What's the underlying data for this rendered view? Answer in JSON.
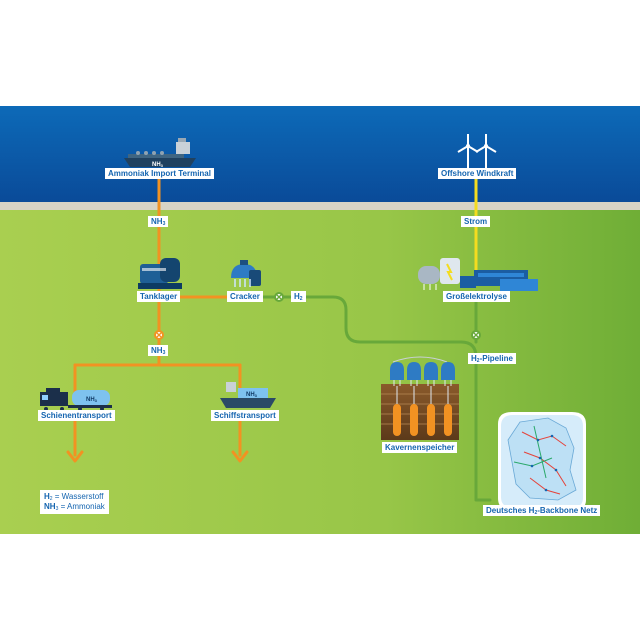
{
  "colors": {
    "sea_top": "#0d63b3",
    "sea_bottom": "#083f8c",
    "shore": "#d7d3c6",
    "land_left": "#a9cf50",
    "land_right": "#6fae36",
    "ammonia_line": "#f29222",
    "hydrogen_line": "#68a83a",
    "power_line": "#f4dc1f",
    "label_text": "#1565b0"
  },
  "labels": {
    "import_terminal": "Ammoniak Import Terminal",
    "offshore_wind": "Offshore Windkraft",
    "nh3_pipe_1_main": "NH",
    "nh3_pipe_1_sub": "3",
    "strom": "Strom",
    "tanklager": "Tanklager",
    "cracker": "Cracker",
    "h2_main": "H",
    "h2_sub": "2",
    "elektrolyse": "Großelektrolyse",
    "nh3_pipe_2_main": "NH",
    "nh3_pipe_2_sub": "3",
    "pipeline_main": "H",
    "pipeline_sub": "2",
    "pipeline_rest": "-Pipeline",
    "schienentransport": "Schienentransport",
    "schiffstransport": "Schiffstransport",
    "kavernenspeicher": "Kavernenspeicher",
    "backbone_pre": "Deutsches H",
    "backbone_sub": "2",
    "backbone_post": "-Backbone Netz",
    "ship_cargo_main": "NH",
    "ship_cargo_sub": "3",
    "rail_cargo_main": "NH",
    "rail_cargo_sub": "3",
    "barge_cargo_main": "NH",
    "barge_cargo_sub": "3"
  },
  "legend": {
    "h2_symbol": "H",
    "h2_sub": "2",
    "h2_text": " = Wasserstoff",
    "nh3_symbol": "NH",
    "nh3_sub": "3",
    "nh3_text": " = Ammoniak"
  }
}
